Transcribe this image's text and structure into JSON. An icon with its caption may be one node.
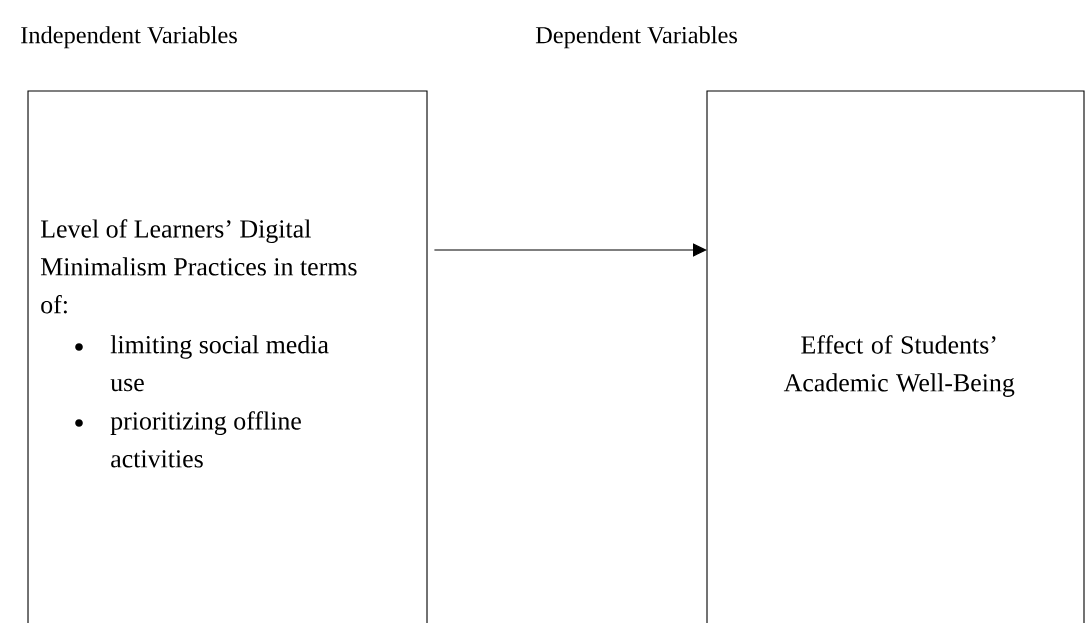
{
  "diagram": {
    "nodes": [
      {
        "text": [
          "Independent Variables",
          "Level of Learners’ Digital Minimalism Practices in terms of:",
          "limiting social media use",
          "prioritizing offline activities"
        ]
      },
      {
        "text": [
          "Dependent Variables",
          "Effect of Students’ Academic Well-Being"
        ]
      }
    ],
    "edges": [
      {
        "from": 0,
        "to": 1,
        "arrow": "to"
      }
    ]
  }
}
